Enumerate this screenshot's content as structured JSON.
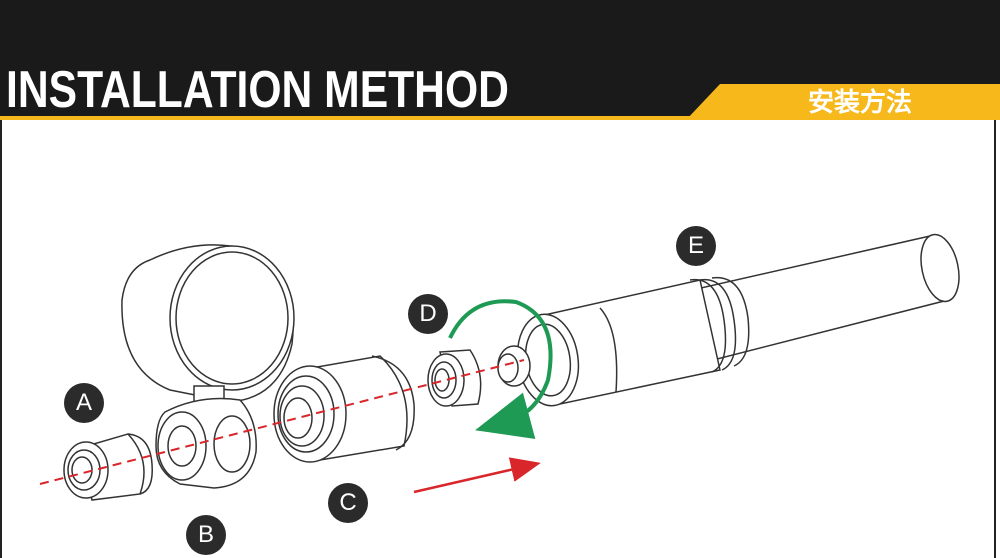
{
  "header": {
    "title": "INSTALLATION METHOD",
    "subtitle_cn": "安装方法",
    "bg_color": "#1a1a1a",
    "accent_color": "#f6b81b"
  },
  "parts": [
    {
      "id": "A",
      "label": "A"
    },
    {
      "id": "B",
      "label": "B"
    },
    {
      "id": "C",
      "label": "C"
    },
    {
      "id": "D",
      "label": "D"
    },
    {
      "id": "E",
      "label": "E"
    }
  ],
  "colors": {
    "axis_line": "#d9262b",
    "rotate_arrow": "#1e9a55",
    "outline": "#333333",
    "label_bg": "#2b2b2b"
  },
  "icons": {
    "rotate": "rotate-arrow-icon",
    "direction": "direction-arrow-icon"
  }
}
